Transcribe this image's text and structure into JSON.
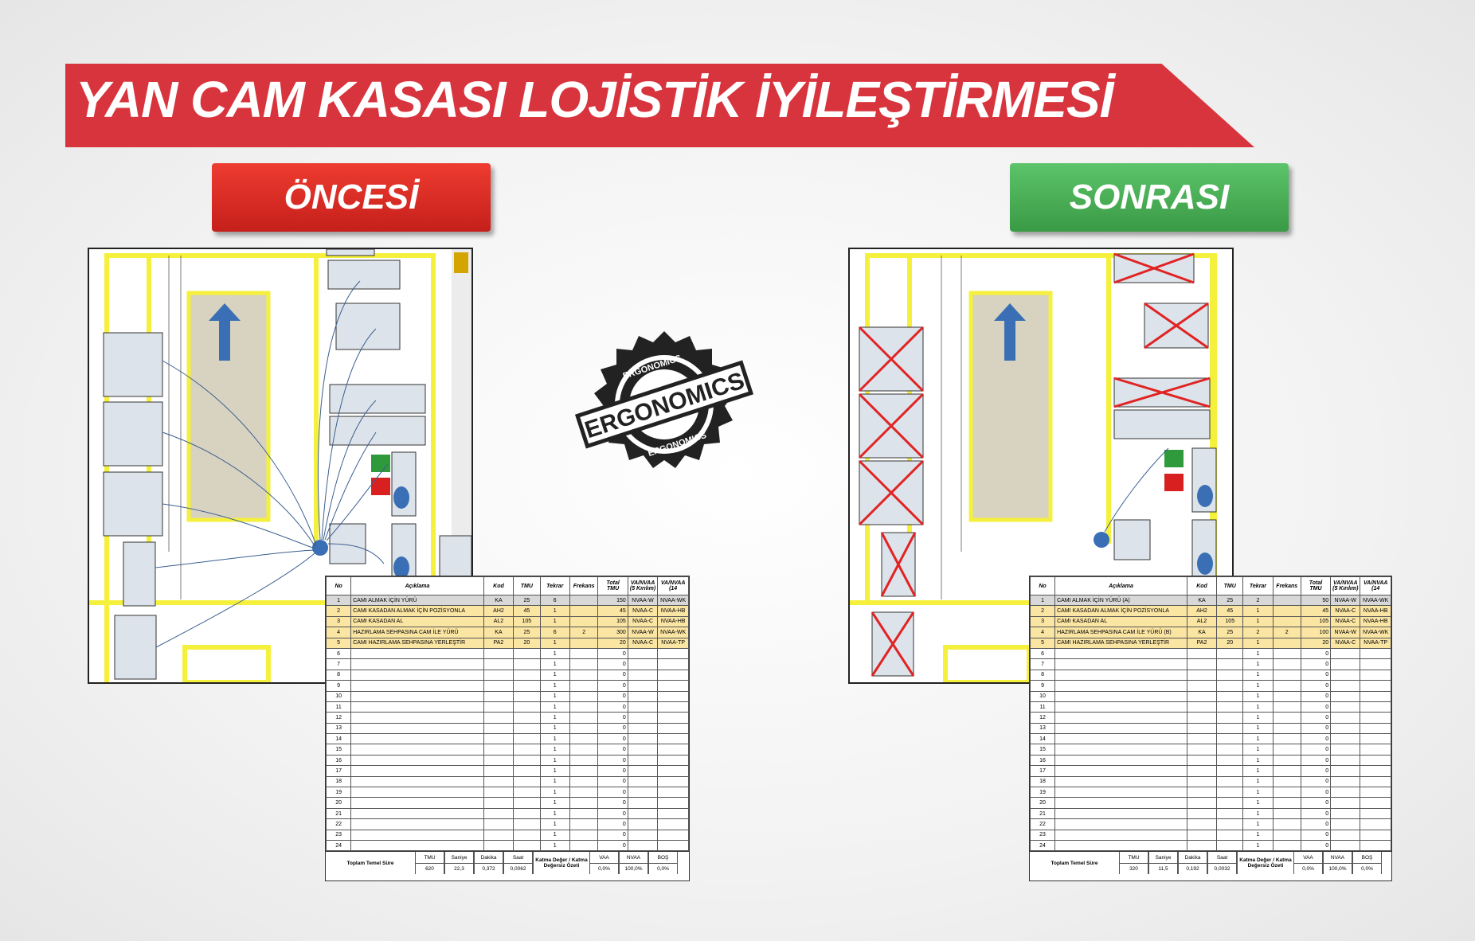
{
  "title": "YAN CAM KASASI LOJİSTİK İYİLEŞTİRMESİ",
  "before_label": "ÖNCESİ",
  "after_label": "SONRASI",
  "badge": {
    "main": "ERGONOMICS",
    "ring_top": "ERGONOMICS",
    "ring_bottom": "ERGONOMICS"
  },
  "colors": {
    "banner": "#d8343d",
    "before": "#e8302a",
    "after": "#4cb85a"
  },
  "table_headers": [
    "No",
    "Açıklama",
    "Kod",
    "TMU",
    "Tekrar",
    "Frekans",
    "Total TMU",
    "VA/NVAA (5 Kırılım)",
    "VA/NVAA (14"
  ],
  "before_rows": [
    [
      "1",
      "CAMI ALMAK İÇİN YÜRÜ",
      "KA",
      "25",
      "6",
      "",
      "150",
      "NVAA-W",
      "NVAA-WK"
    ],
    [
      "2",
      "CAMI KASADAN ALMAK İÇİN POZİSYONLA",
      "AH2",
      "45",
      "1",
      "",
      "45",
      "NVAA-C",
      "NVAA-HB"
    ],
    [
      "3",
      "CAMI KASADAN AL",
      "AL2",
      "105",
      "1",
      "",
      "105",
      "NVAA-C",
      "NVAA-HB"
    ],
    [
      "4",
      "HAZIRLAMA SEHPASINA CAM İLE YÜRÜ",
      "KA",
      "25",
      "6",
      "2",
      "300",
      "NVAA-W",
      "NVAA-WK"
    ],
    [
      "5",
      "CAMI HAZIRLAMA SEHPASINA YERLEŞTİR",
      "PA2",
      "20",
      "1",
      "",
      "20",
      "NVAA-C",
      "NVAA-TP"
    ]
  ],
  "after_rows": [
    [
      "1",
      "CAMI ALMAK İÇİN YÜRÜ (A)",
      "KA",
      "25",
      "2",
      "",
      "50",
      "NVAA-W",
      "NVAA-WK"
    ],
    [
      "2",
      "CAMI KASADAN ALMAK İÇİN POZİSYONLA",
      "AH2",
      "45",
      "1",
      "",
      "45",
      "NVAA-C",
      "NVAA-HB"
    ],
    [
      "3",
      "CAMI KASADAN AL",
      "AL2",
      "105",
      "1",
      "",
      "105",
      "NVAA-C",
      "NVAA-HB"
    ],
    [
      "4",
      "HAZIRLAMA SEHPASINA CAM İLE YÜRÜ (B)",
      "KA",
      "25",
      "2",
      "2",
      "100",
      "NVAA-W",
      "NVAA-WK"
    ],
    [
      "5",
      "CAMI HAZIRLAMA SEHPASINA YERLEŞTİR",
      "PA2",
      "20",
      "1",
      "",
      "20",
      "NVAA-C",
      "NVAA-TP"
    ]
  ],
  "empty_rows": [
    "6",
    "7",
    "8",
    "9",
    "10",
    "11",
    "12",
    "13",
    "14",
    "15",
    "16",
    "17",
    "18",
    "19",
    "20",
    "21",
    "22",
    "23",
    "24"
  ],
  "empty_tekrar": "1",
  "empty_total": "0",
  "summary": {
    "label": "Toplam Temel Süre",
    "headers": [
      "TMU",
      "Saniye",
      "Dakika",
      "Saat"
    ],
    "ratio_label": "Katma Değer / Katma Değersiz Özeti",
    "ratio_headers": [
      "VAA",
      "NVAA",
      "BOŞ"
    ],
    "before": {
      "values": [
        "620",
        "22,3",
        "0,372",
        "0,0062"
      ],
      "ratios": [
        "0,0%",
        "100,0%",
        "0,0%"
      ]
    },
    "after": {
      "values": [
        "320",
        "11,5",
        "0,192",
        "0,0032"
      ],
      "ratios": [
        "0,0%",
        "100,0%",
        "0,0%"
      ]
    }
  }
}
